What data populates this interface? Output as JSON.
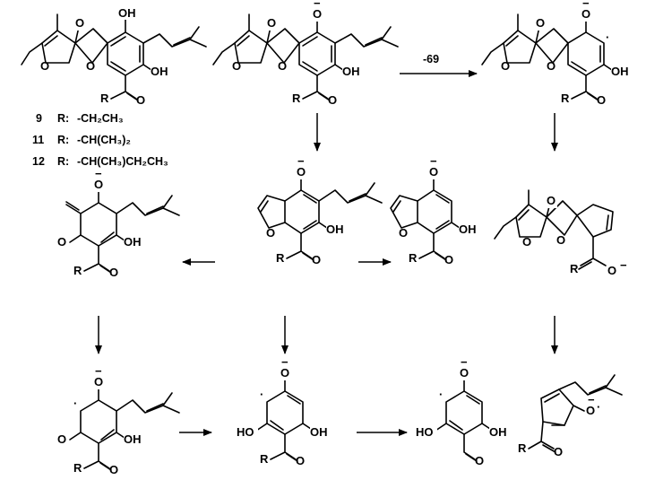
{
  "atoms": {
    "O": "O",
    "OH": "OH",
    "HO": "HO",
    "R": "R",
    "neg": "−",
    "rad": "·"
  },
  "arrow_labels": {
    "loss": "-69"
  },
  "legend": [
    {
      "num": "9",
      "r_label": "R:",
      "group": "-CH₂CH₃"
    },
    {
      "num": "11",
      "r_label": "R:",
      "group": "-CH(CH₃)₂"
    },
    {
      "num": "12",
      "r_label": "R:",
      "group": "-CH(CH₃)CH₂CH₃"
    }
  ]
}
